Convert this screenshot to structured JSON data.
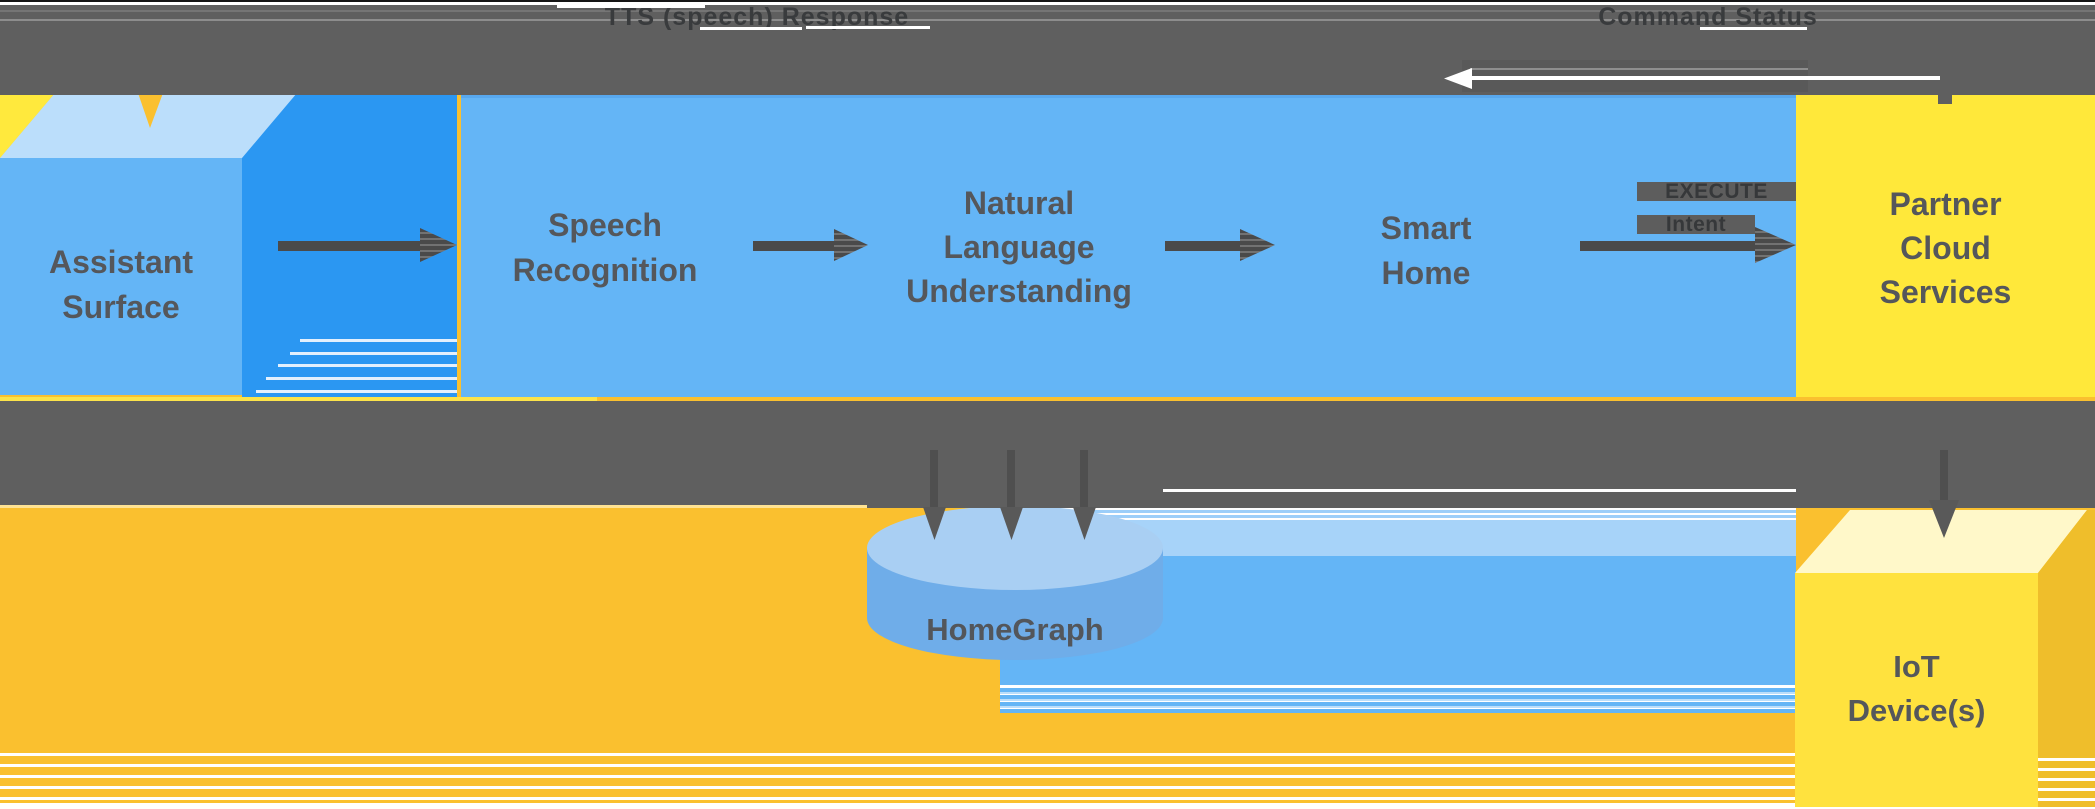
{
  "annotations": {
    "tts_response": "TTS (speech) Response",
    "command_status": "Command Status",
    "execute_line1": "EXECUTE",
    "execute_line2": "Intent"
  },
  "nodes": {
    "assistant_surface": {
      "lines": [
        "Assistant",
        "Surface"
      ]
    },
    "speech_recognition": {
      "lines": [
        "Speech",
        "Recognition"
      ]
    },
    "natural_language_understanding": {
      "lines": [
        "Natural",
        "Language",
        "Understanding"
      ]
    },
    "smart_home": {
      "lines": [
        "Smart",
        "Home"
      ]
    },
    "partner_cloud_services": {
      "lines": [
        "Partner",
        "Cloud",
        "Services"
      ]
    },
    "homegraph": {
      "label": "HomeGraph"
    },
    "iot_devices": {
      "lines": [
        "IoT",
        "Device(s)"
      ]
    }
  },
  "colors": {
    "band_gray": "#5F5F5F",
    "panel_blue": "#64B5F6",
    "dark_blue": "#2B97F2",
    "pale_blue": "#BBDEFB",
    "cylinder_blue": "#6FADE9",
    "partner_yellow": "#FFE83A",
    "iot_yellow": "#FFE23E",
    "background_orange": "#FAC02F",
    "arrow_gray": "#4A4A4A",
    "label_text": "#55575B"
  }
}
